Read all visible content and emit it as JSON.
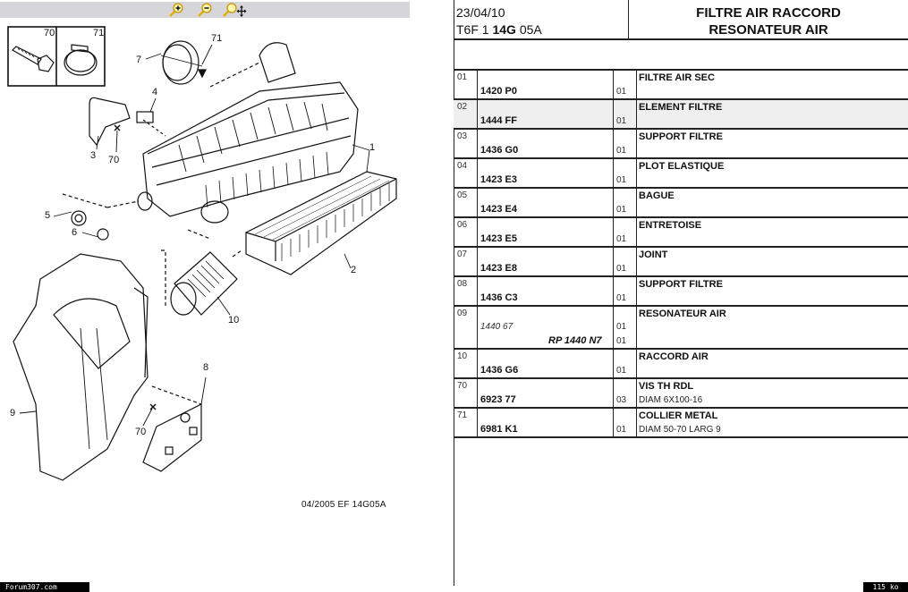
{
  "toolbar": {
    "buttons": [
      {
        "name": "zoom-in",
        "icon": "magnifier-plus-icon"
      },
      {
        "name": "zoom-out",
        "icon": "magnifier-minus-icon"
      },
      {
        "name": "zoom-pan",
        "icon": "magnifier-move-icon"
      }
    ]
  },
  "diagram": {
    "callouts": [
      "70",
      "71",
      "7",
      "71",
      "4",
      "3",
      "70",
      "1",
      "5",
      "6",
      "2",
      "10",
      "9",
      "8",
      "70"
    ],
    "reference": "04/2005  EF 14G05A"
  },
  "header": {
    "date": "23/04/10",
    "code_prefix": "T6F 1 ",
    "code_bold": "14G",
    "code_suffix": " 05A",
    "title_line1": "FILTRE AIR RACCORD",
    "title_line2": "RESONATEUR AIR"
  },
  "parts": [
    {
      "ref": "01",
      "part": "1420 P0",
      "qty": "01",
      "desc": "FILTRE AIR SEC",
      "note": ""
    },
    {
      "ref": "02",
      "part": "1444 FF",
      "qty": "01",
      "desc": "ELEMENT FILTRE",
      "note": ""
    },
    {
      "ref": "03",
      "part": "1436 G0",
      "qty": "01",
      "desc": "SUPPORT FILTRE",
      "note": ""
    },
    {
      "ref": "04",
      "part": "1423 E3",
      "qty": "01",
      "desc": "PLOT ELASTIQUE",
      "note": ""
    },
    {
      "ref": "05",
      "part": "1423 E4",
      "qty": "01",
      "desc": "BAGUE",
      "note": ""
    },
    {
      "ref": "06",
      "part": "1423 E5",
      "qty": "01",
      "desc": "ENTRETOISE",
      "note": ""
    },
    {
      "ref": "07",
      "part": "1423 E8",
      "qty": "01",
      "desc": "JOINT",
      "note": ""
    },
    {
      "ref": "08",
      "part": "1436 C3",
      "qty": "01",
      "desc": "SUPPORT FILTRE",
      "note": ""
    },
    {
      "ref": "09",
      "part_alt": "1440 67",
      "qty_alt": "01",
      "part": "RP 1440 N7",
      "qty": "01",
      "desc": "RESONATEUR AIR",
      "note": ""
    },
    {
      "ref": "10",
      "part": "1436 G6",
      "qty": "01",
      "desc": "RACCORD AIR",
      "note": ""
    },
    {
      "ref": "70",
      "part": "6923 77",
      "qty": "03",
      "desc": "VIS TH RDL",
      "note": "DIAM 6X100-16"
    },
    {
      "ref": "71",
      "part": "6981 K1",
      "qty": "01",
      "desc": "COLLIER METAL",
      "note": "DIAM 50-70 LARG 9"
    }
  ],
  "footer": {
    "site": "Forum307.com",
    "size": "115 ko"
  }
}
